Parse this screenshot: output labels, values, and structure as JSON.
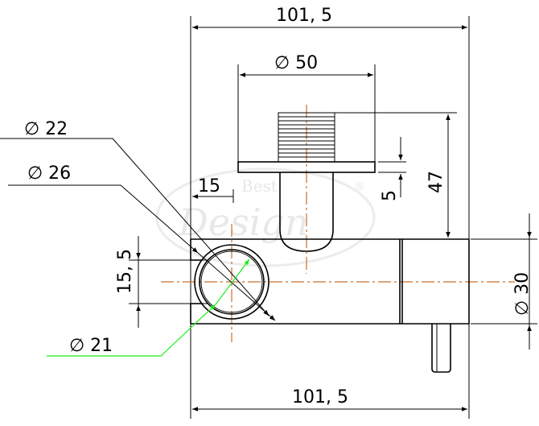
{
  "drawing": {
    "dim_top_width": "101, 5",
    "dim_bottom_width": "101, 5",
    "dim_flange_diameter": "∅ 50",
    "dim_thread_diameter_22": "∅ 22",
    "dim_bore_diameter_26": "∅ 26",
    "dim_offset_15": "15",
    "dim_height_15_5": "15, 5",
    "dim_flange_thickness_5": "5",
    "dim_height_47": "47",
    "dim_body_diameter_30": "∅ 30",
    "dim_pipe_diameter_21": "∅ 21",
    "watermark_line1": "Best",
    "watermark_line2": "Design",
    "watermark_mark": "®",
    "colors": {
      "line": "#000000",
      "centerline": "#c8702a",
      "green_dim": "#1aee1a",
      "watermark": "#e6e6e6"
    }
  }
}
